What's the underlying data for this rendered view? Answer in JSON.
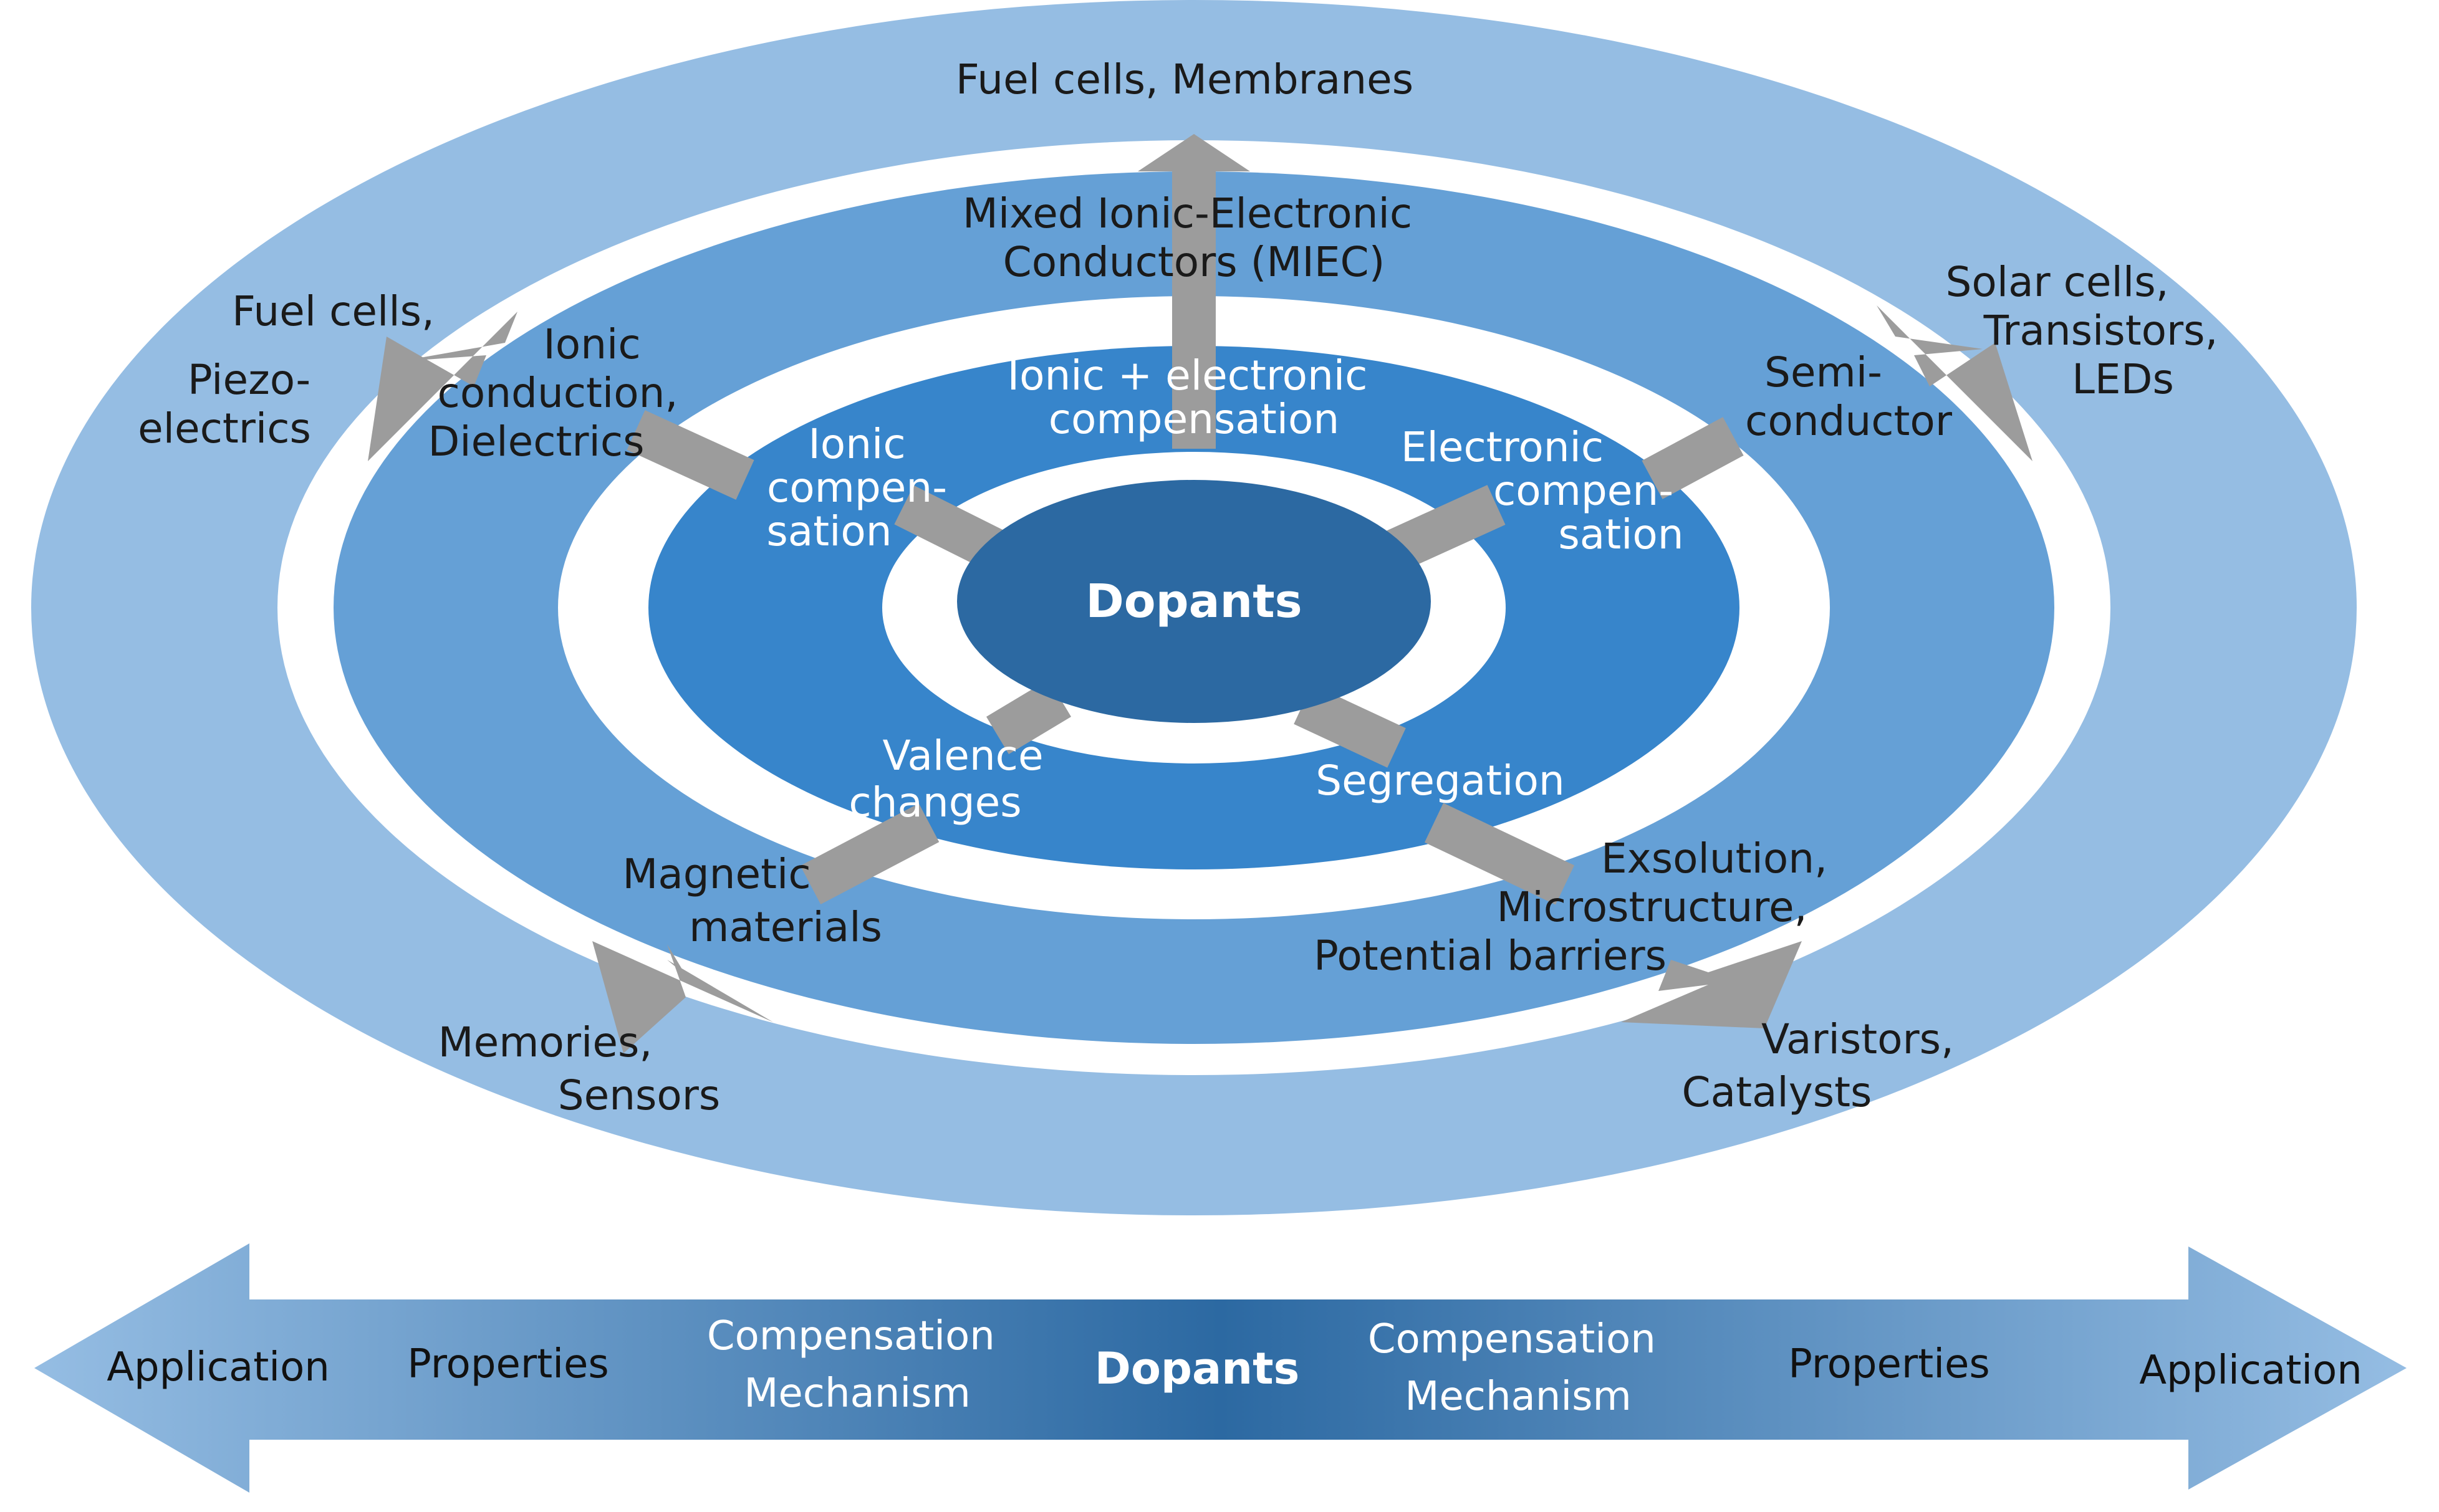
{
  "colors": {
    "ring_outer": "#95bde3",
    "ring_second": "#65a0d6",
    "ring_third": "#3785cb",
    "core": "#2c69a2",
    "arrow": "#9c9c9c",
    "bar_edge": "#95bde3",
    "bar_center": "#2c69a2"
  },
  "center": {
    "label": "Dopants"
  },
  "mechanisms": {
    "top": [
      "Ionic + electronic",
      "compensation"
    ],
    "ionic": [
      "Ionic",
      "compen-",
      "sation"
    ],
    "electronic": [
      "Electronic",
      "compen-",
      "sation"
    ],
    "valence": [
      "Valence",
      "changes"
    ],
    "segregation": [
      "Segregation"
    ]
  },
  "properties": {
    "miec": [
      "Mixed Ionic-Electronic",
      "Conductors (MIEC)"
    ],
    "ionic": [
      "Ionic",
      "conduction,",
      "Dielectrics"
    ],
    "semiconductor": [
      "Semi-",
      "conductor"
    ],
    "magnetic": [
      "Magnetic",
      "materials"
    ],
    "exsolution": [
      "Exsolution,",
      "Microstructure,",
      "Potential barriers"
    ]
  },
  "applications": {
    "top": [
      "Fuel cells, Membranes"
    ],
    "upper_left": [
      "Fuel cells,",
      "Piezo-",
      "electrics"
    ],
    "upper_right": [
      "Solar cells,",
      "Transistors,",
      "LEDs"
    ],
    "lower_left": [
      "Memories,",
      "Sensors"
    ],
    "lower_right": [
      "Varistors,",
      "Catalysts"
    ]
  },
  "bar": {
    "left_application": "Application",
    "left_properties": "Properties",
    "left_mechanism": [
      "Compensation",
      "Mechanism"
    ],
    "center": "Dopants",
    "right_mechanism": [
      "Compensation",
      "Mechanism"
    ],
    "right_properties": "Properties",
    "right_application": "Application"
  }
}
